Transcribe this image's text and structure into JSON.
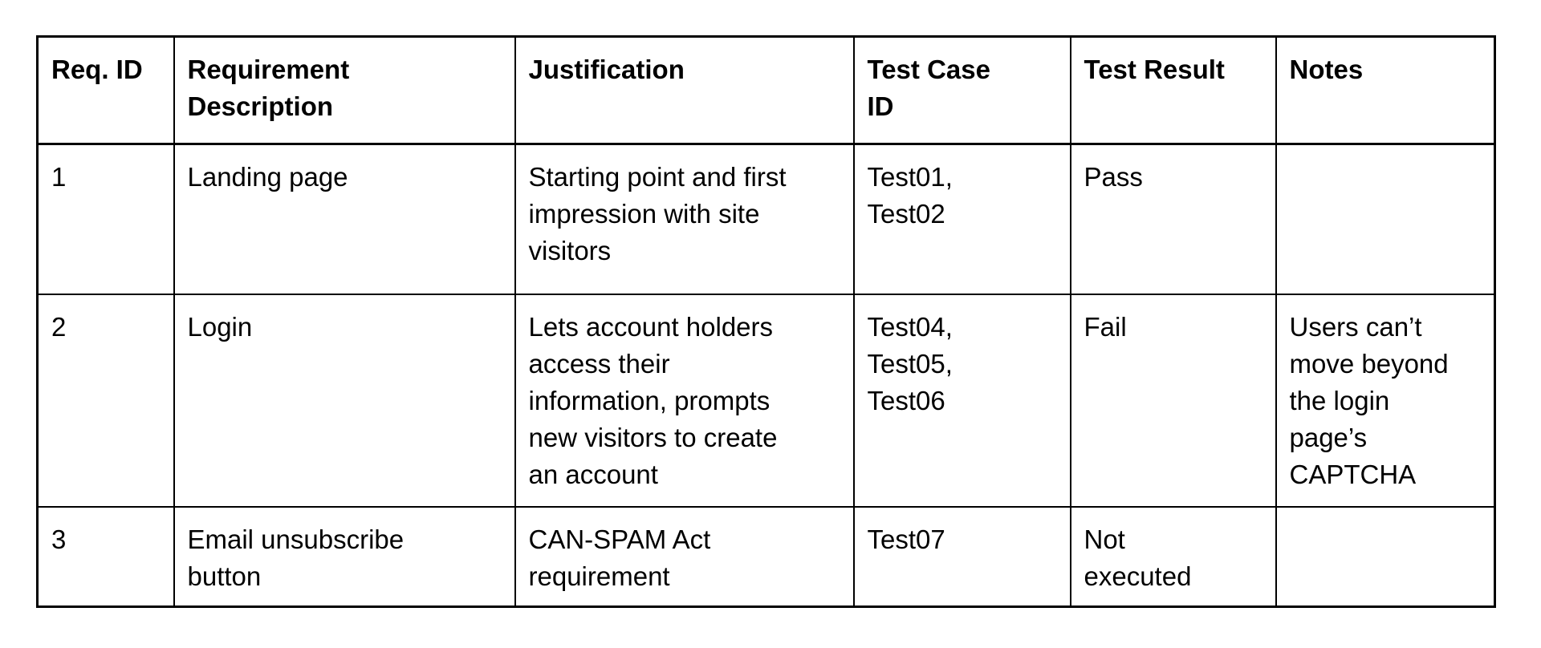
{
  "page": {
    "background_color": "#ffffff",
    "border_color": "#000000",
    "text_color": "#000000"
  },
  "table": {
    "name": "requirements-traceability-matrix",
    "header": [
      "Req. ID",
      "Requirement\nDescription",
      "Justification",
      "Test Case\nID",
      "Test Result",
      "Notes"
    ],
    "rows": [
      {
        "req_id": "1",
        "description": "Landing page",
        "justification": "Starting point and first\nimpression with site\nvisitors",
        "test_case_id": "Test01,\nTest02",
        "test_result": "Pass",
        "notes": ""
      },
      {
        "req_id": "2",
        "description": "Login",
        "justification": "Lets account holders\naccess their\ninformation, prompts\nnew visitors to create\nan account",
        "test_case_id": "Test04,\nTest05,\nTest06",
        "test_result": "Fail",
        "notes": "Users can’t\nmove beyond\nthe login\npage’s\nCAPTCHA"
      },
      {
        "req_id": "3",
        "description": "Email unsubscribe\nbutton",
        "justification": "CAN-SPAM Act\nrequirement",
        "test_case_id": "Test07",
        "test_result": "Not\nexecuted",
        "notes": ""
      }
    ]
  }
}
